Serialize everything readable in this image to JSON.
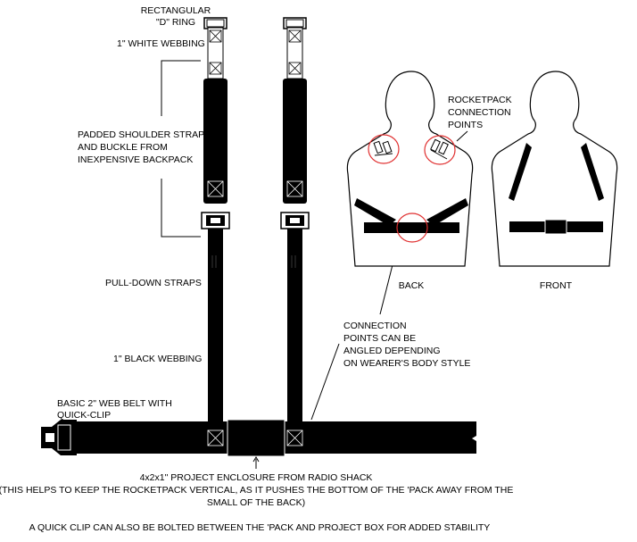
{
  "labels": {
    "d_ring_1": "RECTANGULAR",
    "d_ring_2": "\"D\" RING",
    "white_webbing": "1\" WHITE WEBBING",
    "padded_1": "PADDED SHOULDER STRAP",
    "padded_2": "AND BUCKLE FROM",
    "padded_3": "INEXPENSIVE BACKPACK",
    "pull_down": "PULL-DOWN STRAPS",
    "black_webbing": "1\" BLACK WEBBING",
    "web_belt_1": "BASIC 2\" WEB BELT WITH",
    "web_belt_2": "QUICK-CLIP",
    "rocketpack_1": "ROCKETPACK",
    "rocketpack_2": "CONNECTION",
    "rocketpack_3": "POINTS",
    "back": "BACK",
    "front": "FRONT",
    "connection_1": "CONNECTION",
    "connection_2": "POINTS CAN BE",
    "connection_3": "ANGLED DEPENDING",
    "connection_4": "ON WEARER'S BODY STYLE",
    "enclosure_1": "4x2x1\" PROJECT ENCLOSURE FROM RADIO SHACK",
    "enclosure_2": "(THIS HELPS TO KEEP THE ROCKETPACK VERTICAL, AS IT PUSHES THE BOTTOM OF THE 'PACK AWAY FROM THE",
    "enclosure_3": "SMALL OF THE BACK)",
    "quick_clip_note": "A QUICK CLIP CAN ALSO BE BOLTED BETWEEN THE 'PACK AND PROJECT BOX FOR ADDED STABILITY"
  },
  "colors": {
    "strap": "#000000",
    "webbing": "#ffffff",
    "highlight": "#e03030",
    "outline": "#000000"
  }
}
